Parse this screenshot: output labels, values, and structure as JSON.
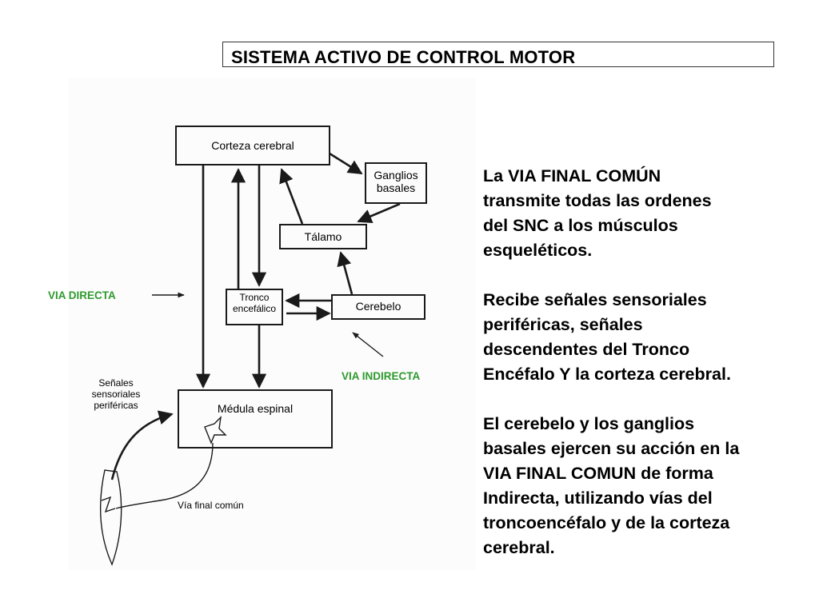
{
  "title": "SISTEMA ACTIVO DE CONTROL MOTOR",
  "diagram": {
    "corteza": "Corteza cerebral",
    "ganglios": "Ganglios\nbasales",
    "talamo": "Tálamo",
    "tronco": "Tronco\nencefálico",
    "cerebelo": "Cerebelo",
    "medula": "Médula espinal",
    "senales": "Señales\nsensoriales\nperiféricas",
    "via_final": "Vía final común"
  },
  "annotations": {
    "via_directa": "VIA DIRECTA",
    "via_indirecta": "VIA INDIRECTA"
  },
  "paragraphs": [
    "La VIA FINAL COMÚN\ntransmite todas las ordenes\ndel SNC a los músculos\nesqueléticos.",
    "Recibe señales sensoriales\nperiféricas, señales\ndescendentes del Tronco\nEncéfalo Y la corteza cerebral.",
    "El cerebelo y los ganglios\nbasales ejercen su acción en la\nVIA FINAL COMUN de forma\nIndirecta, utilizando  vías del\ntroncoencéfalo y de la corteza\ncerebral."
  ],
  "colors": {
    "annotation": "#2e9a2e",
    "line": "#1a1a1a"
  }
}
